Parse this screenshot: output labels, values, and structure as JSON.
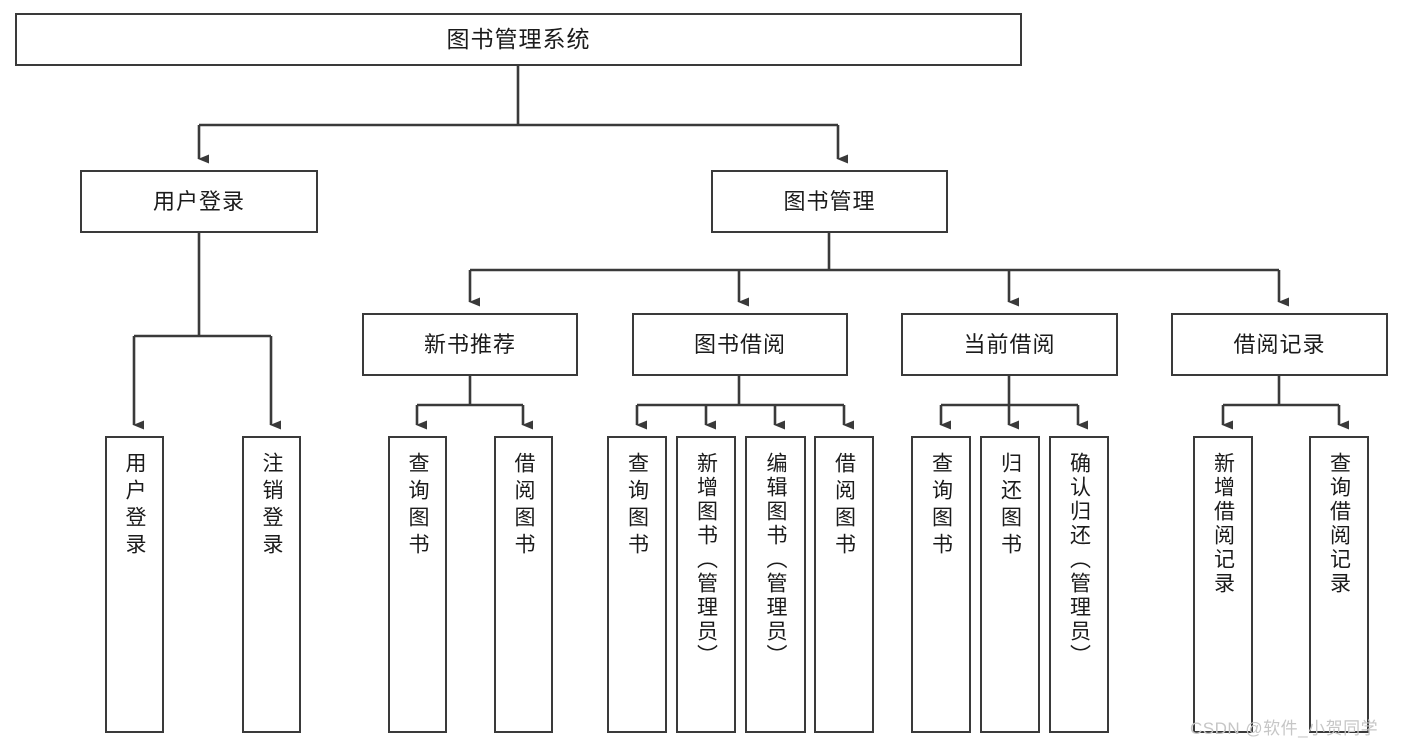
{
  "diagram": {
    "title": "图书管理系统",
    "type": "tree-hierarchy-diagram",
    "colors": {
      "box_border": "#3a3a3a",
      "box_fill": "#ffffff",
      "connector": "#3a3a3a",
      "text": "#1b1b1b",
      "watermark": "#c6c6c6",
      "background": "#ffffff"
    },
    "root": {
      "label": "图书管理系统"
    },
    "level2": [
      {
        "label": "用户登录"
      },
      {
        "label": "图书管理"
      }
    ],
    "level3": [
      {
        "label": "新书推荐"
      },
      {
        "label": "图书借阅"
      },
      {
        "label": "当前借阅"
      },
      {
        "label": "借阅记录"
      }
    ],
    "leaves": {
      "user_login": [
        {
          "label": "用户登录"
        },
        {
          "label": "注销登录"
        }
      ],
      "new_book_recommend": [
        {
          "label": "查询图书"
        },
        {
          "label": "借阅图书"
        }
      ],
      "book_borrow": [
        {
          "label": "查询图书"
        },
        {
          "label": "新增图书（管理员）"
        },
        {
          "label": "编辑图书（管理员）"
        },
        {
          "label": "借阅图书"
        }
      ],
      "current_borrow": [
        {
          "label": "查询图书"
        },
        {
          "label": "归还图书"
        },
        {
          "label": "确认归还（管理员）"
        }
      ],
      "borrow_records": [
        {
          "label": "新增借阅记录"
        },
        {
          "label": "查询借阅记录"
        }
      ]
    },
    "watermark": "CSDN @软件_小贺同学"
  }
}
